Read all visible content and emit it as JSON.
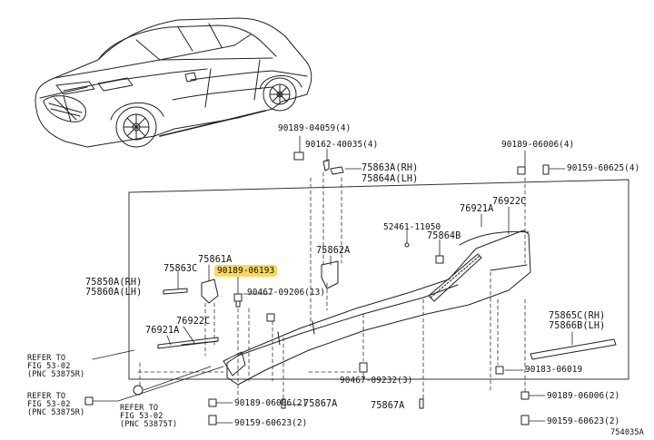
{
  "diagram": {
    "figure_code": "754035A",
    "highlight_color": "#fbd75b",
    "labels": {
      "p90189_04059": "90189-04059(4)",
      "p90162_40035": "90162-40035(4)",
      "p75863A": "75863A(RH)",
      "p75864A": "75864A(LH)",
      "p90189_06006_top": "90189-06006(4)",
      "p90159_60625": "90159-60625(4)",
      "p76921A_top": "76921A",
      "p76922C_top": "76922C",
      "p52461": "52461-11050",
      "p75864B": "75864B",
      "p75862A": "75862A",
      "p75861A": "75861A",
      "p75863C": "75863C",
      "p90189_06193": "90189-06193",
      "p75850A": "75850A(RH)",
      "p75860A": "75860A(LH)",
      "p90467_09206": "90467-09206(13)",
      "p76922C_left": "76922C",
      "p76921A_left": "76921A",
      "p75865C": "75865C(RH)",
      "p75866B": "75866B(LH)",
      "p90183_06019": "90183-06019",
      "p90467_09232": "90467-09232(3)",
      "refer1_a": "REFER TO",
      "refer1_b": "FIG 53-02",
      "refer1_c": "(PNC 53875R)",
      "refer2_a": "REFER TO",
      "refer2_b": "FIG 53-02",
      "refer2_c": "(PNC 53875R)",
      "refer3_a": "REFER TO",
      "refer3_b": "FIG 53-02",
      "refer3_c": "(PNC 53875T)",
      "p90189_06006_bl": "90189-06006(2)",
      "p90159_60623_bl": "90159-60623(2)",
      "p75867A_mid": "75867A",
      "p75867A_bot": "75867A",
      "p90189_06006_br": "90189-06006(2)",
      "p90159_60623_br": "90159-60623(2)"
    }
  }
}
